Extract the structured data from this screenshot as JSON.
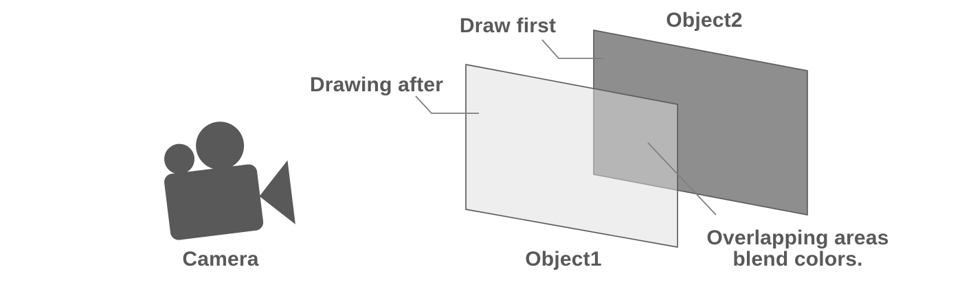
{
  "diagram": {
    "title_implicit": "Painter's-algorithm style drawing order illustration",
    "camera": {
      "label": "Camera",
      "icon": "video-camera-icon"
    },
    "object1": {
      "label": "Object1",
      "annotation": "Drawing after"
    },
    "object2": {
      "label": "Object2",
      "annotation": "Draw first"
    },
    "overlap_note": {
      "line1": "Overlapping areas",
      "line2": "blend colors."
    }
  },
  "colors": {
    "background": "#ffffff",
    "text": "#595959",
    "camera_icon": "#595959",
    "object2_fill": "#8e8e8e",
    "object1_fill": "rgba(221,221,221,0.5)",
    "shape_outline": "#5e5e5e",
    "leader_line": "#7f7f7f"
  }
}
